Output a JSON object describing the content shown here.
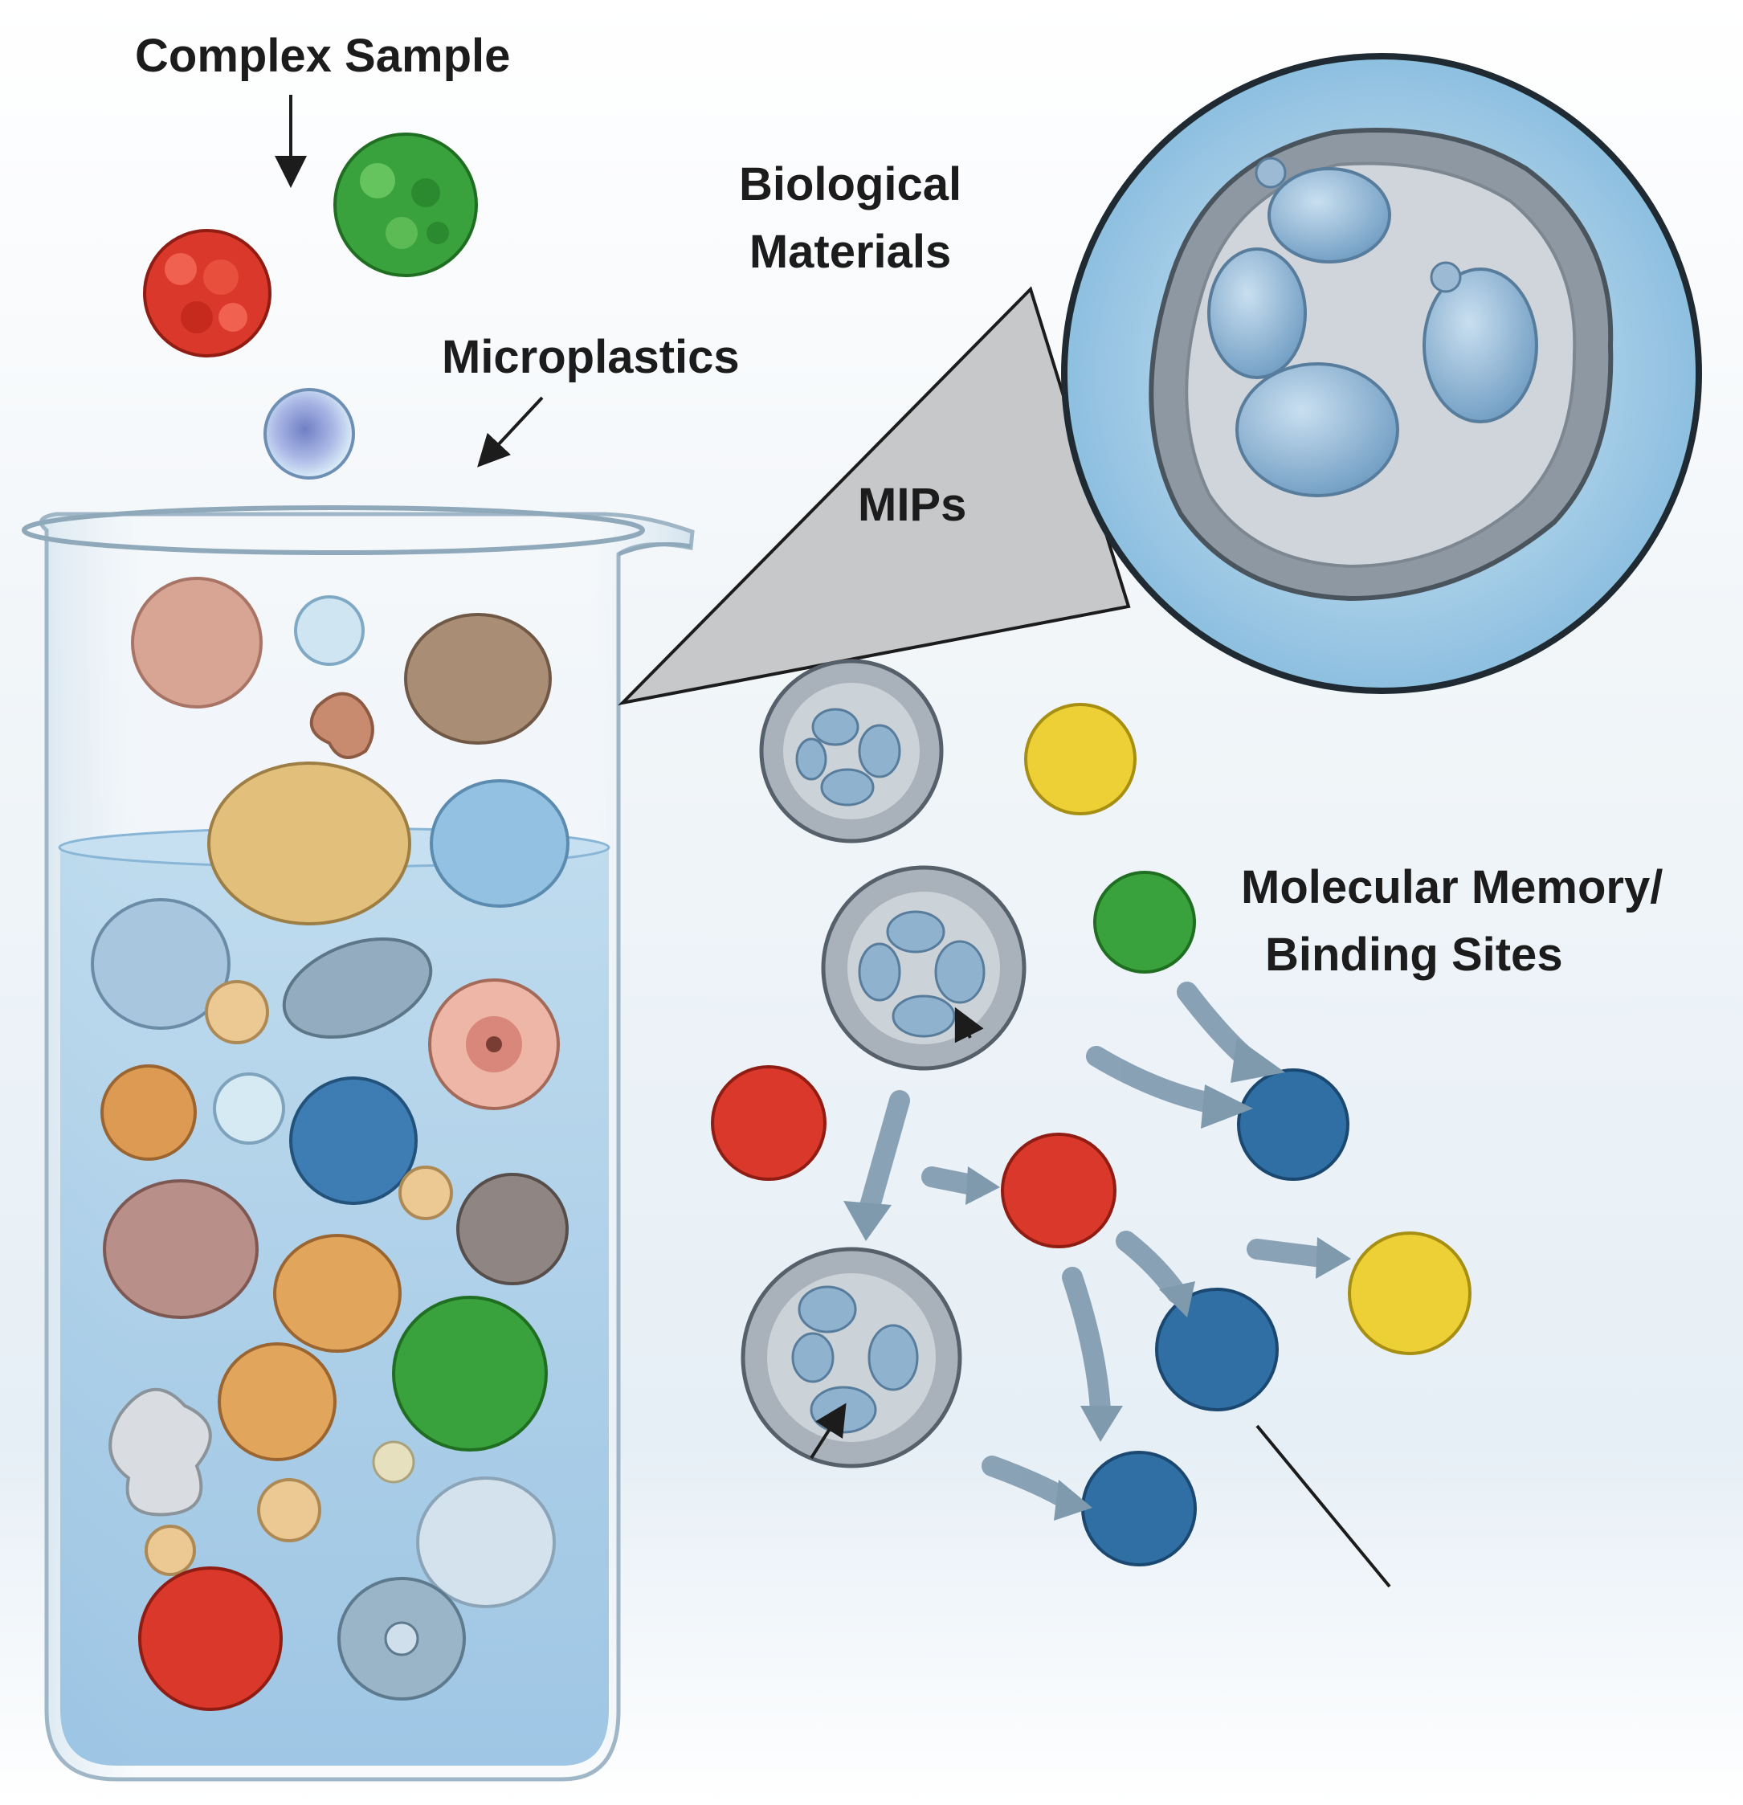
{
  "labels": {
    "complex_sample": "Complex Sample",
    "microplastics": "Microplastics",
    "biological_materials": [
      "Biological",
      "Materials"
    ],
    "mips": "MIPs",
    "molecular_memory": [
      "Molecular Memory/",
      "Binding Sites"
    ]
  },
  "colors": {
    "background": "#eef4f9",
    "water": "#a9cfe8",
    "mip_gray": "#a9b2bb",
    "arrow": "#7f99ad",
    "particle_red": "#d9382a",
    "particle_green": "#3aa23c",
    "particle_blue": "#2f6fa3",
    "particle_yellow": "#ecd035",
    "particle_orange": "#dd9a52"
  }
}
